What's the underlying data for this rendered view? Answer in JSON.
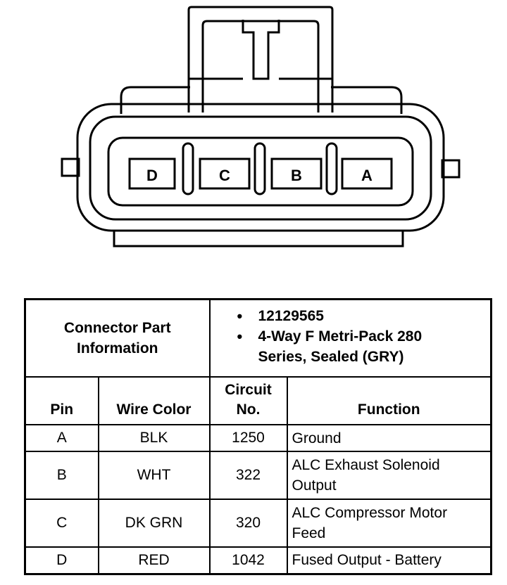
{
  "connector": {
    "pins": [
      "D",
      "C",
      "B",
      "A"
    ]
  },
  "part_info": {
    "label_line1": "Connector Part",
    "label_line2": "Information",
    "items": [
      "12129565",
      "4-Way F Metri-Pack 280",
      "Series, Sealed (GRY)"
    ]
  },
  "table": {
    "headers": {
      "pin": "Pin",
      "wire_color": "Wire Color",
      "circuit_line1": "Circuit",
      "circuit_line2": "No.",
      "function": "Function"
    },
    "rows": [
      {
        "pin": "A",
        "wire_color": "BLK",
        "circuit": "1250",
        "function_line1": "Ground",
        "function_line2": ""
      },
      {
        "pin": "B",
        "wire_color": "WHT",
        "circuit": "322",
        "function_line1": "ALC Exhaust Solenoid",
        "function_line2": "Output"
      },
      {
        "pin": "C",
        "wire_color": "DK GRN",
        "circuit": "320",
        "function_line1": "ALC Compressor Motor",
        "function_line2": "Feed"
      },
      {
        "pin": "D",
        "wire_color": "RED",
        "circuit": "1042",
        "function_line1": "Fused Output - Battery",
        "function_line2": ""
      }
    ]
  }
}
